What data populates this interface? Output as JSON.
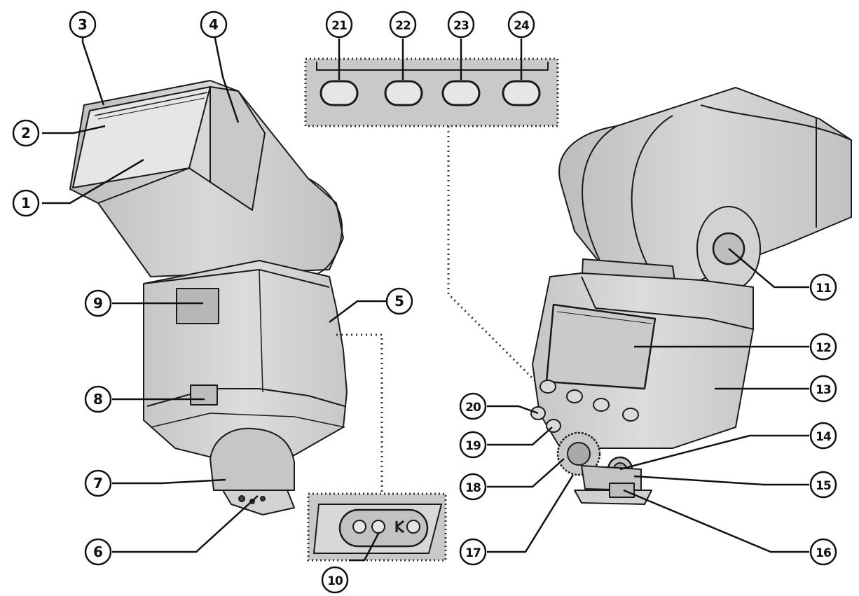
{
  "colors": {
    "body_fill": "#cfcfcf",
    "body_dark": "#b9b9b9",
    "body_light": "#e2e2e2",
    "outline": "#1a1a1a",
    "panel_fill": "#c4c4c4",
    "dotted_line": "#333333"
  },
  "callouts": [
    {
      "id": "1",
      "label": "1"
    },
    {
      "id": "2",
      "label": "2"
    },
    {
      "id": "3",
      "label": "3"
    },
    {
      "id": "4",
      "label": "4"
    },
    {
      "id": "5",
      "label": "5"
    },
    {
      "id": "6",
      "label": "6"
    },
    {
      "id": "7",
      "label": "7"
    },
    {
      "id": "8",
      "label": "8"
    },
    {
      "id": "9",
      "label": "9"
    },
    {
      "id": "10",
      "label": "10"
    },
    {
      "id": "11",
      "label": "11"
    },
    {
      "id": "12",
      "label": "12"
    },
    {
      "id": "13",
      "label": "13"
    },
    {
      "id": "14",
      "label": "14"
    },
    {
      "id": "15",
      "label": "15"
    },
    {
      "id": "16",
      "label": "16"
    },
    {
      "id": "17",
      "label": "17"
    },
    {
      "id": "18",
      "label": "18"
    },
    {
      "id": "19",
      "label": "19"
    },
    {
      "id": "20",
      "label": "20"
    },
    {
      "id": "21",
      "label": "21"
    },
    {
      "id": "22",
      "label": "22"
    },
    {
      "id": "23",
      "label": "23"
    },
    {
      "id": "24",
      "label": "24"
    }
  ]
}
